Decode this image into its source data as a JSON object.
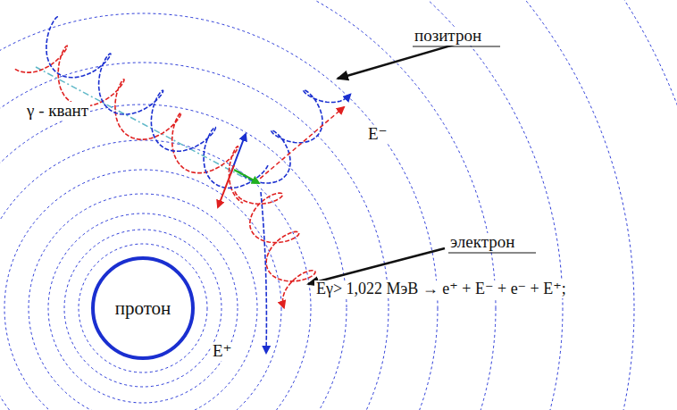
{
  "diagram": {
    "nodes": [
      {
        "text": [
          "протон"
        ]
      }
    ],
    "labels": [
      "γ - квант",
      "позитрон",
      "электрон",
      "E⁻",
      "E⁺",
      "Eγ> 1,022  МэВ → e⁺ + E⁻ +  e⁻ + E⁺;"
    ]
  }
}
